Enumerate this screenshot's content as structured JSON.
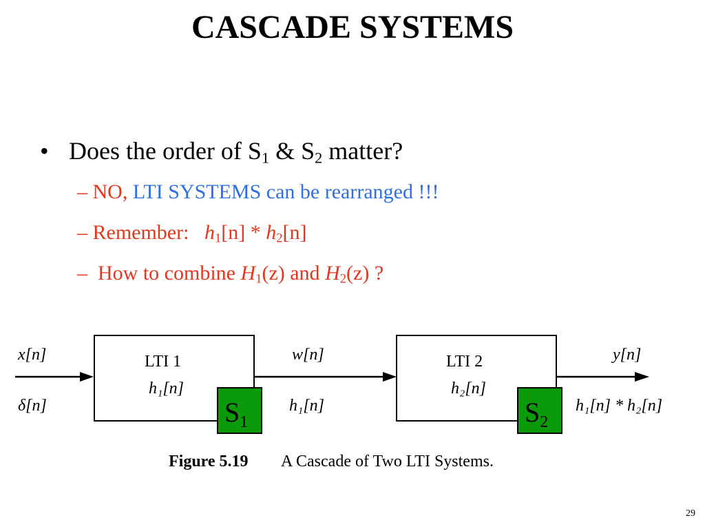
{
  "slide": {
    "title": "CASCADE SYSTEMS",
    "page_number": "29"
  },
  "bullet": {
    "dot": "•",
    "text_a": "Does the order of S",
    "sub_1": "1",
    "text_b": " & S",
    "sub_2": "2",
    "text_c": " matter?"
  },
  "subs": {
    "dash": "–",
    "line1_no": "NO,",
    "line1_lti": "LTI SYSTEMS",
    "line1_rest": "can be rearranged !!!",
    "line2_label": "Remember:",
    "line2_h": "h",
    "line2_sub1": "1",
    "line2_n1": "[n]",
    "line2_star": " * ",
    "line2_h2": "h",
    "line2_sub2": "2",
    "line2_n2": "[n]",
    "line3_a": "How to combine",
    "line3_H1": "H",
    "line3_sub1": "1",
    "line3_z1": "(z)",
    "line3_and": "and",
    "line3_H2": "H",
    "line3_sub2": "2",
    "line3_z2": "(z)",
    "line3_q": "?"
  },
  "figure": {
    "input_top": "x[n]",
    "input_bottom": "δ[n]",
    "block1_title": "LTI 1",
    "block1_impulse": "h₁[n]",
    "middle_top": "w[n]",
    "middle_bottom": "h₁[n]",
    "block2_title": "LTI 2",
    "block2_impulse": "h₂[n]",
    "output_top": "y[n]",
    "output_bottom": "h₁[n] * h₂[n]",
    "s1_label": "S",
    "s1_sub": "1",
    "s2_label": "S",
    "s2_sub": "2",
    "caption_bold": "Figure 5.19",
    "caption_text": "A Cascade of Two LTI Systems.",
    "s_box_color": "#0a9a0a"
  }
}
